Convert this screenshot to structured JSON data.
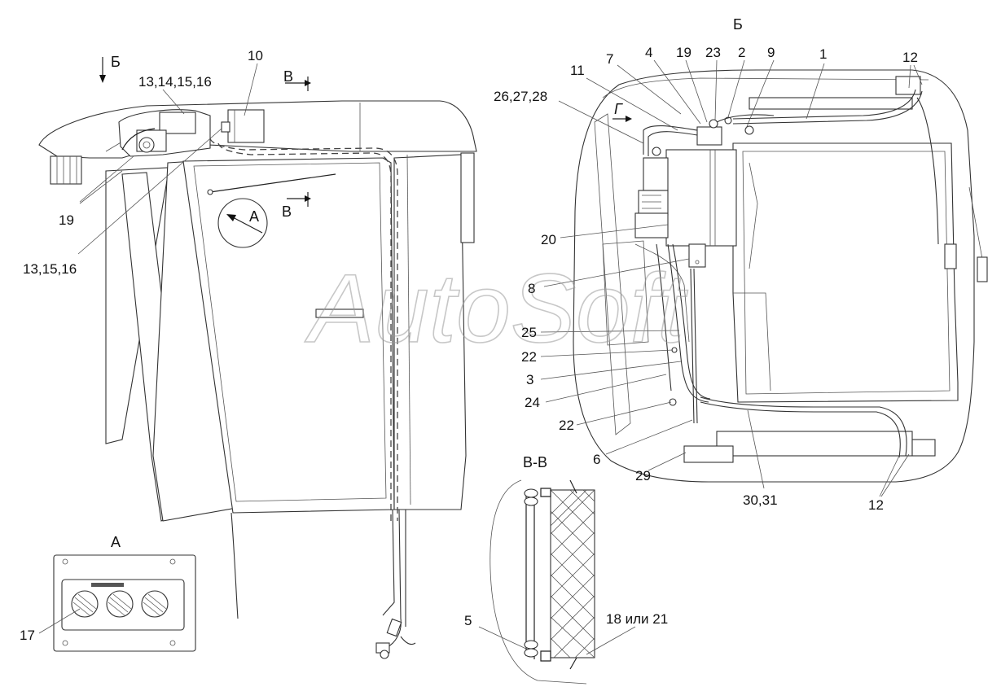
{
  "views": {
    "b_arrow": "Б",
    "b_view": "Б",
    "a_arrow": "А",
    "a_view": "А",
    "v_mark_top": "В",
    "v_mark_bottom": "В",
    "g_arrow": "Г",
    "vv_section": "В-В"
  },
  "callouts": {
    "c_13_14_15_16": "13,14,15,16",
    "c_10": "10",
    "c_19_left": "19",
    "c_13_15_16": "13,15,16",
    "c_17": "17",
    "c_11": "11",
    "c_7": "7",
    "c_4": "4",
    "c_19_right": "19",
    "c_23": "23",
    "c_2": "2",
    "c_9": "9",
    "c_1": "1",
    "c_12_top": "12",
    "c_26_27_28": "26,27,28",
    "c_20": "20",
    "c_8": "8",
    "c_25": "25",
    "c_22_upper": "22",
    "c_3": "3",
    "c_24": "24",
    "c_22_lower": "22",
    "c_6": "6",
    "c_29": "29",
    "c_30_31": "30,31",
    "c_12_bottom": "12",
    "c_5": "5",
    "c_18_or_21": "18 или 21"
  },
  "watermark": "AutoSoft"
}
